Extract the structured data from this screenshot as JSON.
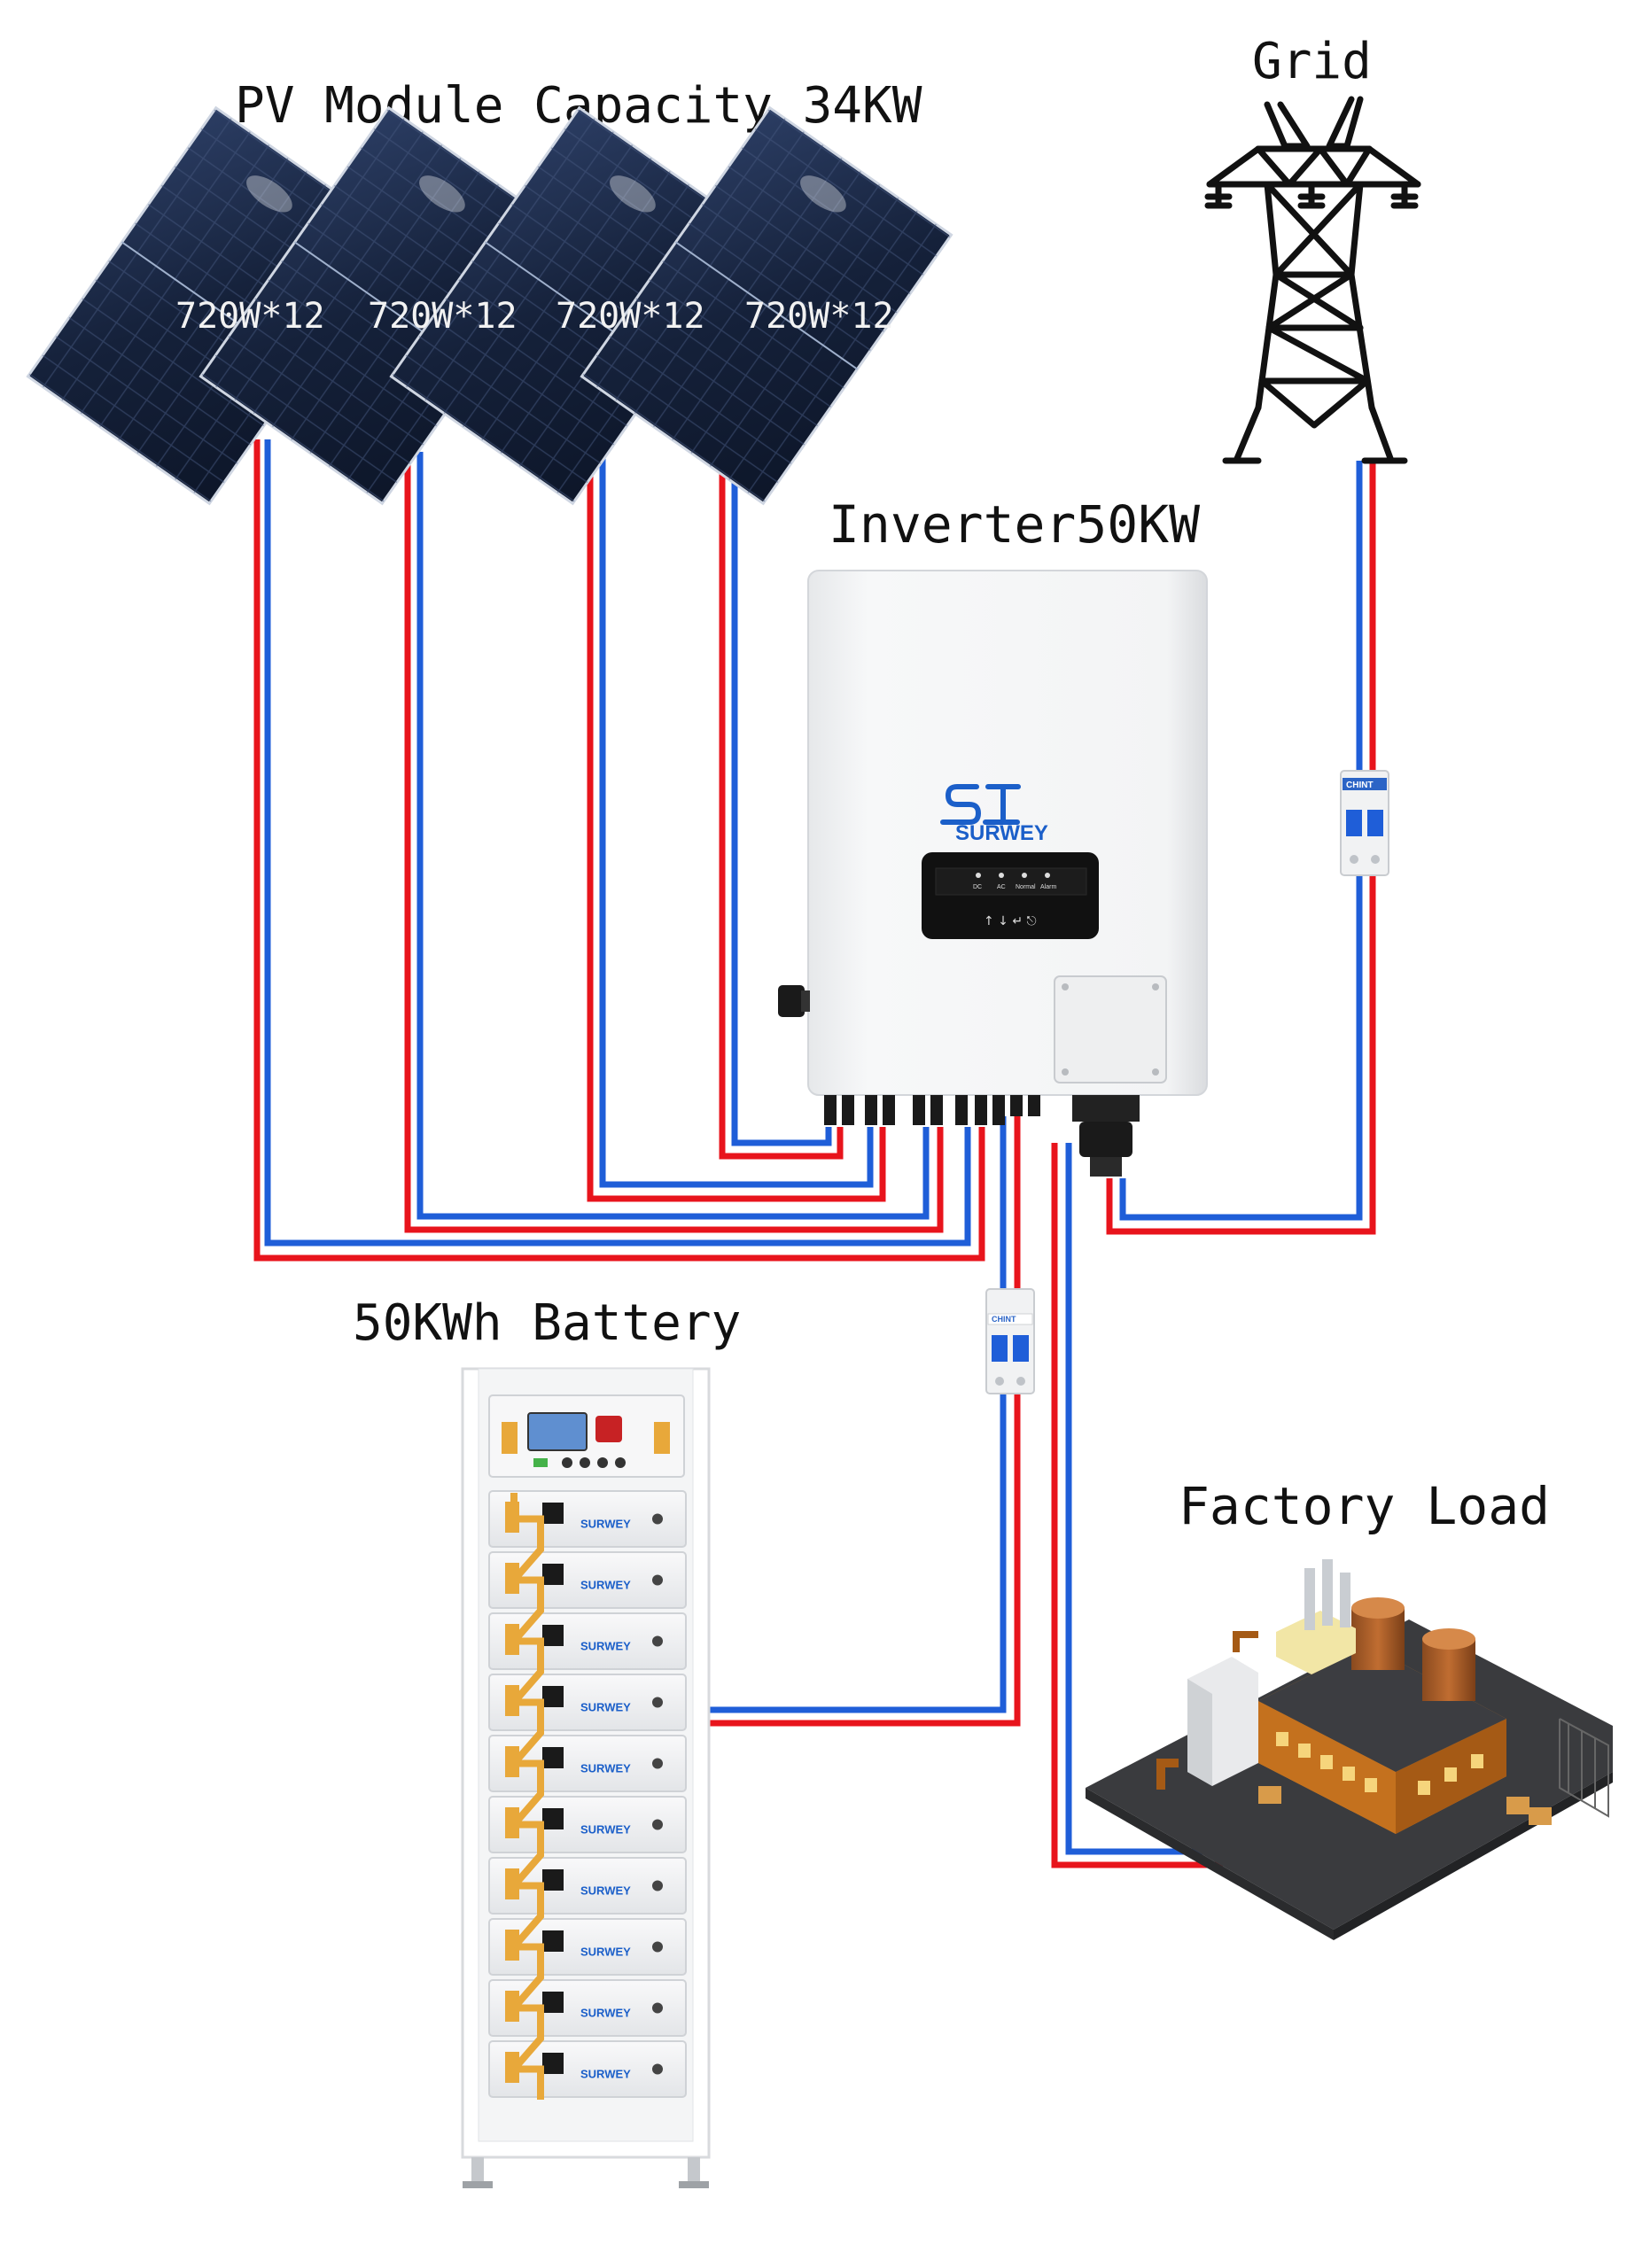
{
  "labels": {
    "pv_title": "PV Module Capacity 34KW",
    "grid": "Grid",
    "inverter": "Inverter50KW",
    "battery": "50KWh Battery",
    "factory": "Factory Load"
  },
  "panels": [
    {
      "label": "720W*12"
    },
    {
      "label": "720W*12"
    },
    {
      "label": "720W*12"
    },
    {
      "label": "720W*12"
    }
  ],
  "inverter": {
    "brand": "SURWEY",
    "display_leds": [
      "DC",
      "AC",
      "Normal",
      "Alarm"
    ]
  },
  "battery": {
    "brand": "SURWEY",
    "module_count": 10
  },
  "breakers": {
    "brand": "CHINT"
  },
  "colors": {
    "positive_wire": "#e8141c",
    "negative_wire": "#1f5ed8",
    "panel": "#1b2a45",
    "device_body": "#f3f4f5",
    "battery_terminal": "#e8a83a",
    "brand_blue": "#1b5fc9"
  }
}
